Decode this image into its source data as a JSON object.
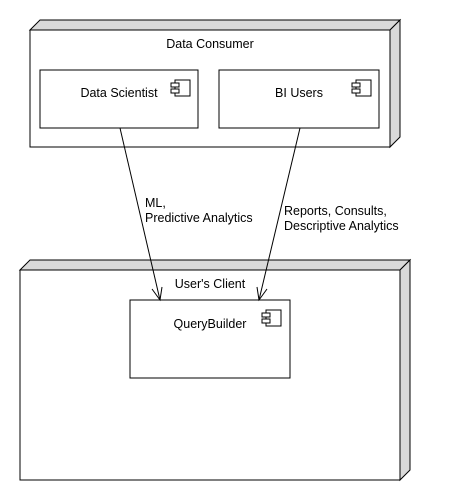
{
  "nodes": {
    "data_consumer": {
      "title": "Data Consumer"
    },
    "users_client": {
      "title": "User's Client"
    }
  },
  "components": {
    "data_scientist": {
      "label": "Data Scientist"
    },
    "bi_users": {
      "label": "BI Users"
    },
    "query_builder": {
      "label": "QueryBuilder"
    }
  },
  "edges": {
    "ml": {
      "lines": [
        "ML,",
        "Predictive Analytics"
      ]
    },
    "reports": {
      "lines": [
        "Reports, Consults,",
        "Descriptive Analytics"
      ]
    }
  },
  "colors": {
    "node_side": "#d9d9d9",
    "line": "#000000",
    "fill": "#ffffff"
  }
}
